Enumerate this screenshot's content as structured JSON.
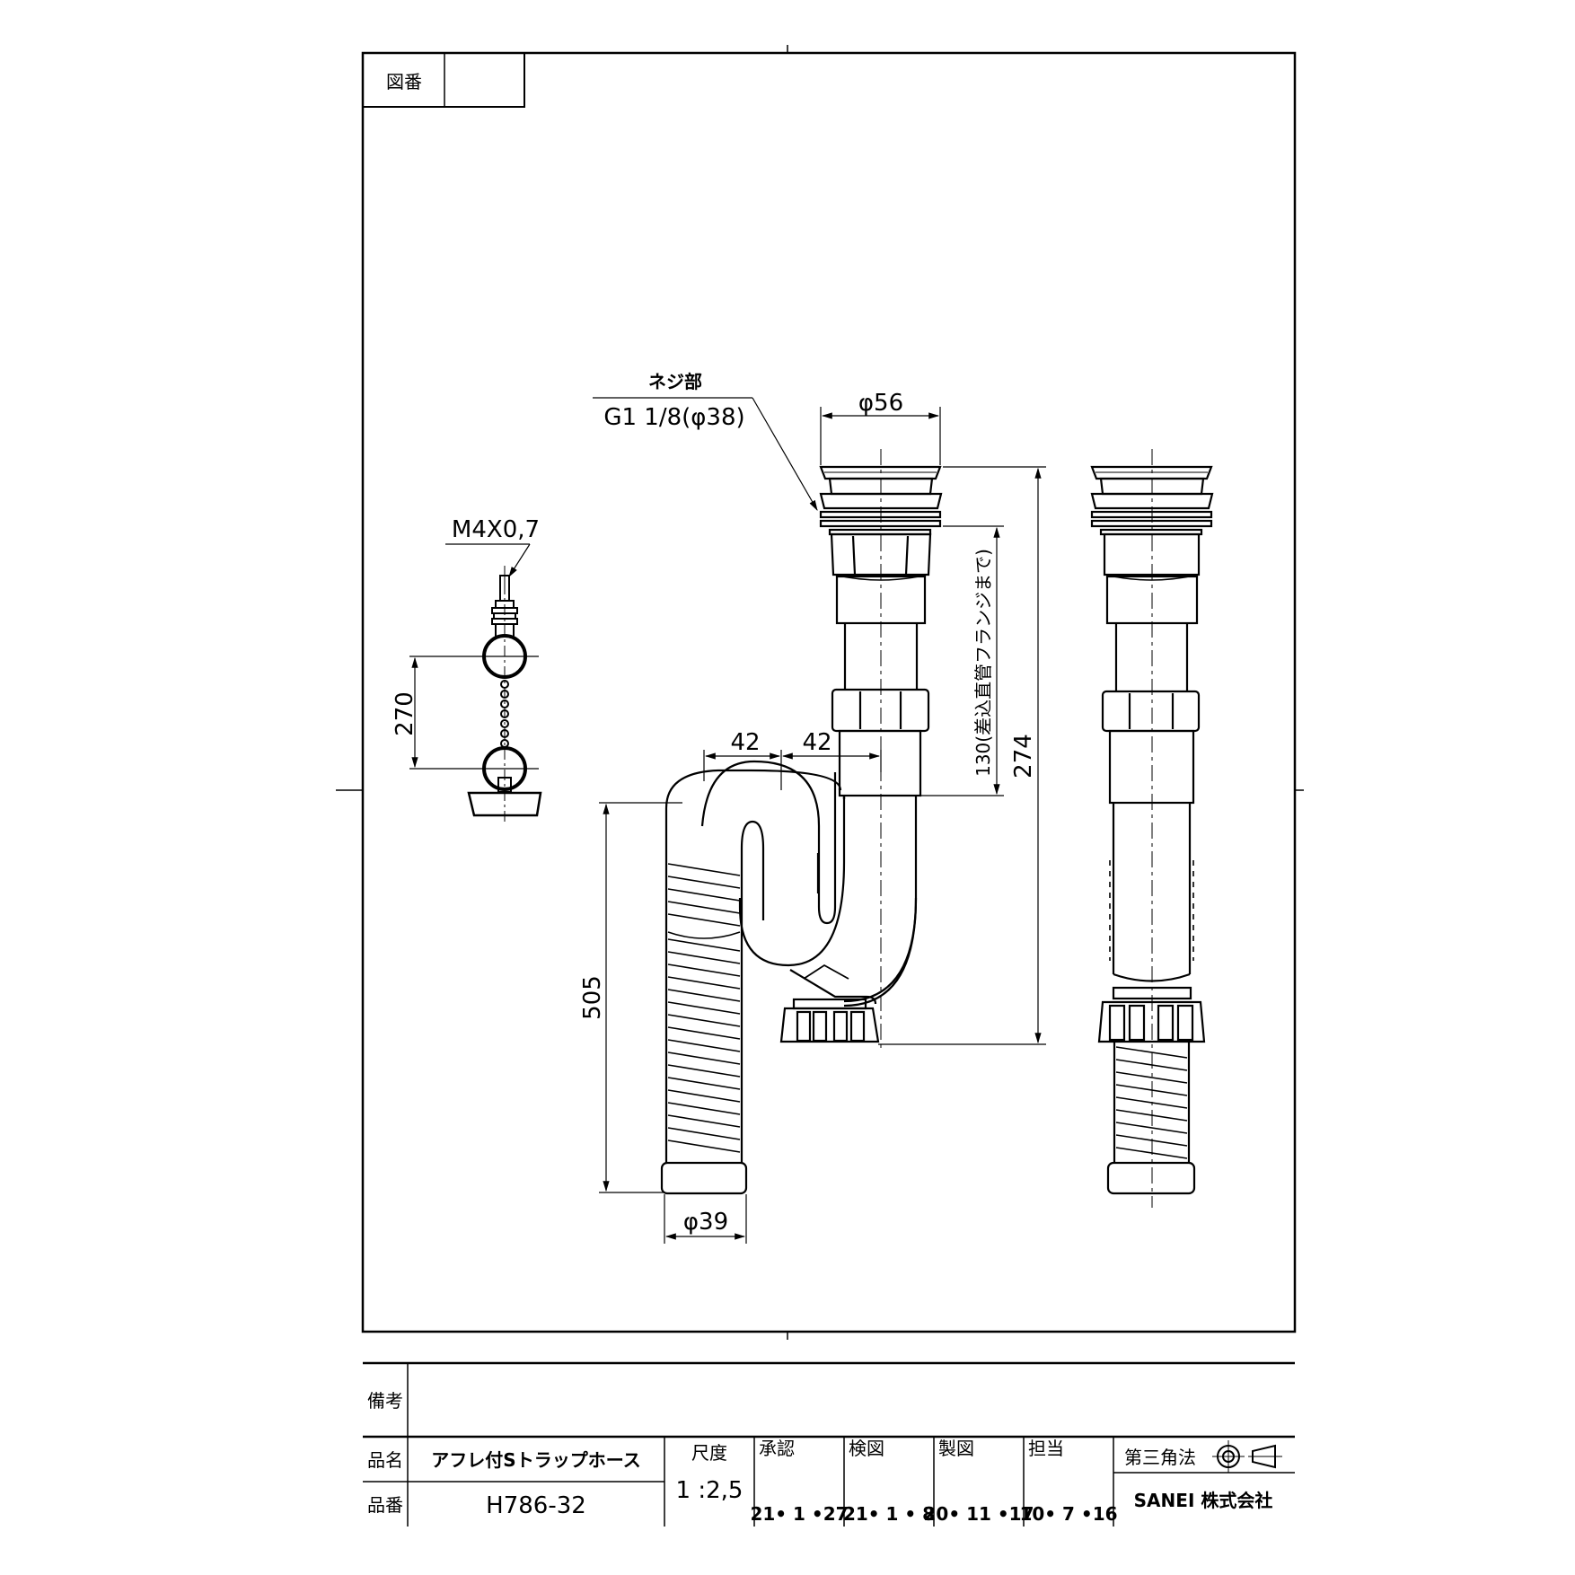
{
  "sheet": {
    "drawing_no_label": "図番",
    "drawing_no_value": "",
    "notes_label": "備考",
    "notes_value": "",
    "name_label": "品名",
    "name_value": "アフレ付Sトラップホース",
    "part_no_label": "品番",
    "part_no_value": "H786-32",
    "scale_label": "尺度",
    "scale_value": "1 :2,5",
    "approved_label": "承認",
    "approved_date": "21• 1 •27",
    "checked_label": "検図",
    "checked_date": "21• 1 • 8",
    "drawn_label": "製図",
    "drawn_date": "20• 11 •17",
    "charge_label": "担当",
    "charge_date": "10• 7 •16",
    "projection_label": "第三角法",
    "company": "SANEI 株式会社"
  },
  "dimensions": {
    "thread_label": "ネジ部",
    "thread_spec": "G1 1/8(φ38)",
    "top_dia": "φ56",
    "chain_screw": "M4X0,7",
    "chain_length": "270",
    "height_total": "274",
    "insert_length": "130(差込直管フランジまで)",
    "offset_left": "42",
    "offset_right": "42",
    "hose_length": "505",
    "hose_dia": "φ39"
  },
  "colors": {
    "line": "#000000",
    "background": "#ffffff"
  }
}
